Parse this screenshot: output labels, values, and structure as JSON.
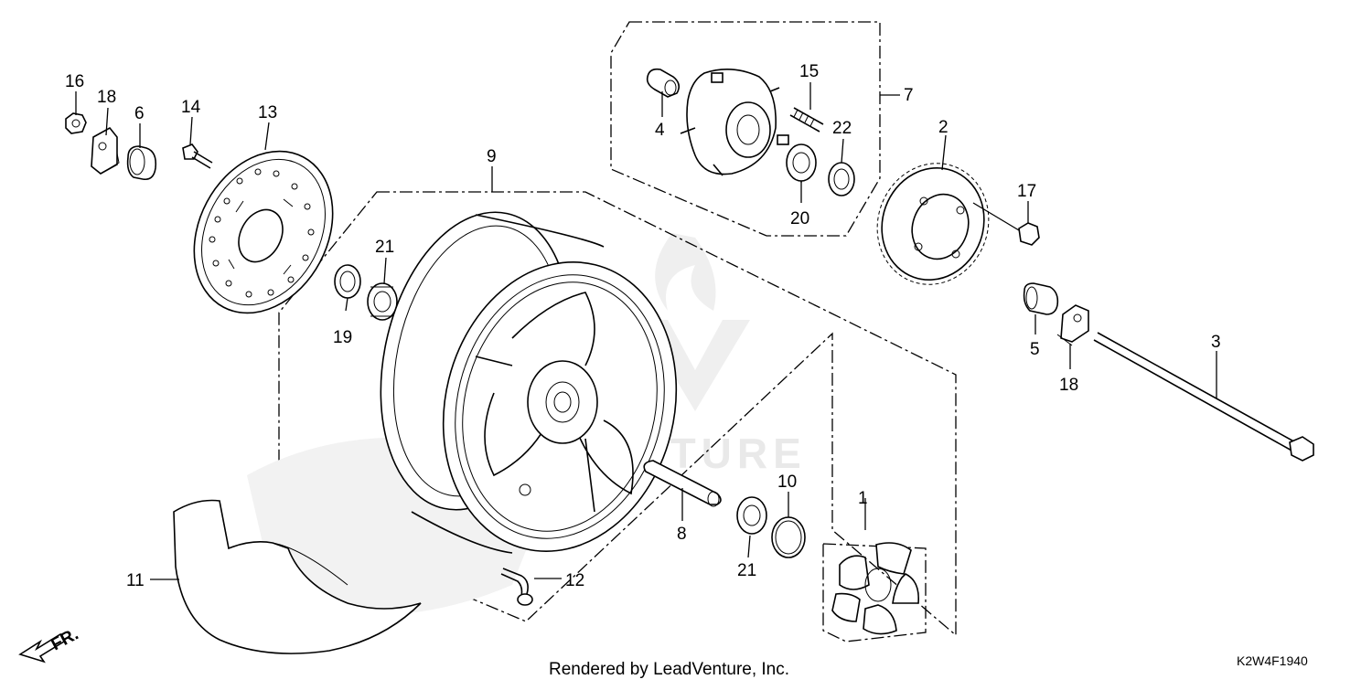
{
  "diagram": {
    "callouts": [
      {
        "id": "c1",
        "label": "1"
      },
      {
        "id": "c2",
        "label": "2"
      },
      {
        "id": "c3",
        "label": "3"
      },
      {
        "id": "c4",
        "label": "4"
      },
      {
        "id": "c5",
        "label": "5"
      },
      {
        "id": "c6",
        "label": "6"
      },
      {
        "id": "c7",
        "label": "7"
      },
      {
        "id": "c8",
        "label": "8"
      },
      {
        "id": "c9",
        "label": "9"
      },
      {
        "id": "c10",
        "label": "10"
      },
      {
        "id": "c11",
        "label": "11"
      },
      {
        "id": "c12",
        "label": "12"
      },
      {
        "id": "c13",
        "label": "13"
      },
      {
        "id": "c14",
        "label": "14"
      },
      {
        "id": "c15",
        "label": "15"
      },
      {
        "id": "c16",
        "label": "16"
      },
      {
        "id": "c17",
        "label": "17"
      },
      {
        "id": "c18a",
        "label": "18"
      },
      {
        "id": "c18b",
        "label": "18"
      },
      {
        "id": "c19",
        "label": "19"
      },
      {
        "id": "c20",
        "label": "20"
      },
      {
        "id": "c21a",
        "label": "21"
      },
      {
        "id": "c21b",
        "label": "21"
      },
      {
        "id": "c22",
        "label": "22"
      }
    ],
    "front_marker": "FR.",
    "footer_credit": "Rendered by LeadVenture, Inc.",
    "diagram_code": "K2W4F1940",
    "watermark_text": "VENTURE"
  }
}
